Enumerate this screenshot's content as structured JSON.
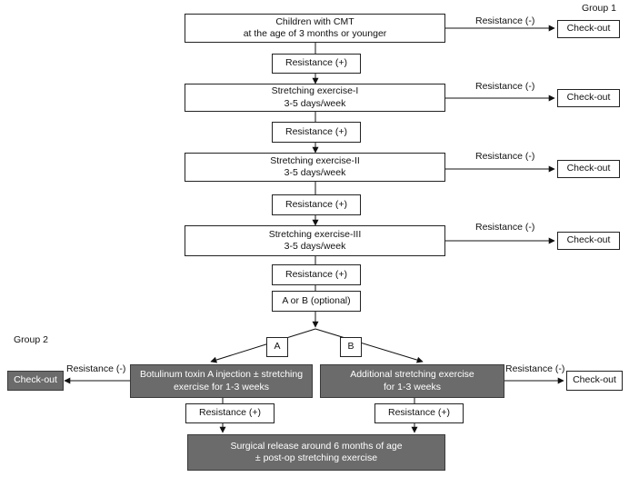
{
  "group1_label": "Group 1",
  "group2_label": "Group 2",
  "start": {
    "line1": "Children with CMT",
    "line2": "at the age of 3 months or younger"
  },
  "resistance_pos": "Resistance (+)",
  "resistance_neg": "Resistance (-)",
  "check_out": "Check-out",
  "exercise1": {
    "line1": "Stretching exercise-I",
    "line2": "3-5 days/week"
  },
  "exercise2": {
    "line1": "Stretching exercise-II",
    "line2": "3-5 days/week"
  },
  "exercise3": {
    "line1": "Stretching exercise-III",
    "line2": "3-5 days/week"
  },
  "a_or_b": "A or B (optional)",
  "option_a": "A",
  "option_b": "B",
  "botox": {
    "line1": "Botulinum toxin A injection ± stretching",
    "line2": "exercise for 1-3 weeks"
  },
  "additional": {
    "line1": "Additional stretching exercise",
    "line2": "for 1-3 weeks"
  },
  "surgery": {
    "line1": "Surgical release around 6 months of age",
    "line2": "± post-op stretching exercise"
  }
}
